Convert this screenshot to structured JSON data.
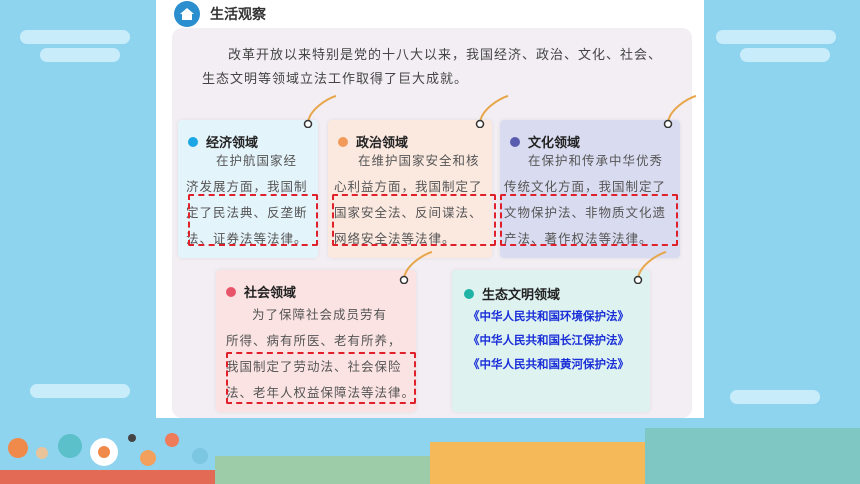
{
  "header": {
    "title": "生活观察"
  },
  "intro": "改革开放以来特别是党的十八大以来，我国经济、政治、文化、社会、生态文明等领域立法工作取得了巨大成就。",
  "cards": {
    "economy": {
      "title": "经济领域",
      "line1": "在护航国家经",
      "line2": "济发展方面，我国制",
      "line3": "定了民法典、反垄断",
      "line4": "法、证券法等法律。"
    },
    "politics": {
      "title": "政治领域",
      "line1": "在维护国家安全和核",
      "line2": "心利益方面，我国制定了",
      "line3": "国家安全法、反间谍法、",
      "line4": "网络安全法等法律。"
    },
    "culture": {
      "title": "文化领域",
      "line1": "在保护和传承中华优秀",
      "line2": "传统文化方面，我国制定了",
      "line3": "文物保护法、非物质文化遗",
      "line4": "产法、著作权法等法律。"
    },
    "society": {
      "title": "社会领域",
      "line1": "为了保障社会成员劳有",
      "line2": "所得、病有所医、老有所养，",
      "line3": "我国制定了劳动法、社会保险",
      "line4": "法、老年人权益保障法等法律。"
    },
    "ecology": {
      "title": "生态文明领域",
      "laws": [
        "《中华人民共和国环境保护法》",
        "《中华人民共和国长江保护法》",
        "《中华人民共和国黄河保护法》"
      ]
    }
  },
  "colors": {
    "economy": "#1ca6e6",
    "politics": "#f29a5a",
    "culture": "#5a5cb0",
    "society": "#e8556a",
    "ecology": "#1fb3a5",
    "highlight": "#e0202a"
  }
}
